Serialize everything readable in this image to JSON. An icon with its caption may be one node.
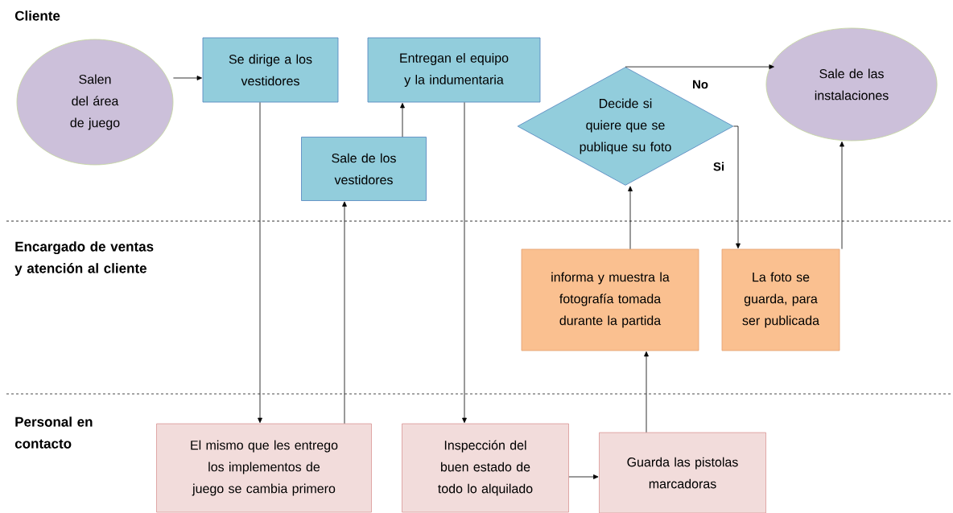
{
  "diagram": {
    "nodes": [
      {
        "text": [
          "Salen del área de juego"
        ]
      },
      {
        "text": [
          "Se dirige a los vestidores"
        ]
      },
      {
        "text": [
          "Entregan el equipo y la indumentaria"
        ]
      },
      {
        "text": [
          "Sale de los vestidores"
        ]
      },
      {
        "text": [
          "Decide si quiere que se publique su foto"
        ]
      },
      {
        "text": [
          "Sale de las instalaciones"
        ]
      },
      {
        "text": [
          "informa y muestra la fotografía tomada durante la partida"
        ]
      },
      {
        "text": [
          "La foto se guarda, para ser publicada"
        ]
      },
      {
        "text": [
          "El mismo que les entrego los implementos de juego se cambia primero"
        ]
      },
      {
        "text": [
          "Inspección del buen estado de todo lo alquilado"
        ]
      },
      {
        "text": [
          "Guarda las pistolas marcadoras"
        ]
      }
    ],
    "edges": [
      {
        "from": 0,
        "to": 1,
        "arrow": "to"
      },
      {
        "from": 1,
        "to": 8,
        "arrow": "to"
      },
      {
        "from": 8,
        "to": 3,
        "arrow": "to"
      },
      {
        "from": 3,
        "to": 2,
        "arrow": "to"
      },
      {
        "from": 2,
        "to": 9,
        "arrow": "to"
      },
      {
        "from": 9,
        "to": 10,
        "arrow": "to"
      },
      {
        "from": 10,
        "to": 6,
        "arrow": "to"
      },
      {
        "from": 6,
        "to": 4,
        "arrow": "to"
      },
      {
        "from": 4,
        "to": 5,
        "arrow": "to",
        "label": "No"
      },
      {
        "from": 4,
        "to": 7,
        "arrow": "to",
        "label": "Si"
      },
      {
        "from": 7,
        "to": 5,
        "arrow": "to"
      }
    ],
    "labels": [
      "Cliente",
      "Encargado de ventas y atención al cliente",
      "Personal en contacto"
    ]
  }
}
